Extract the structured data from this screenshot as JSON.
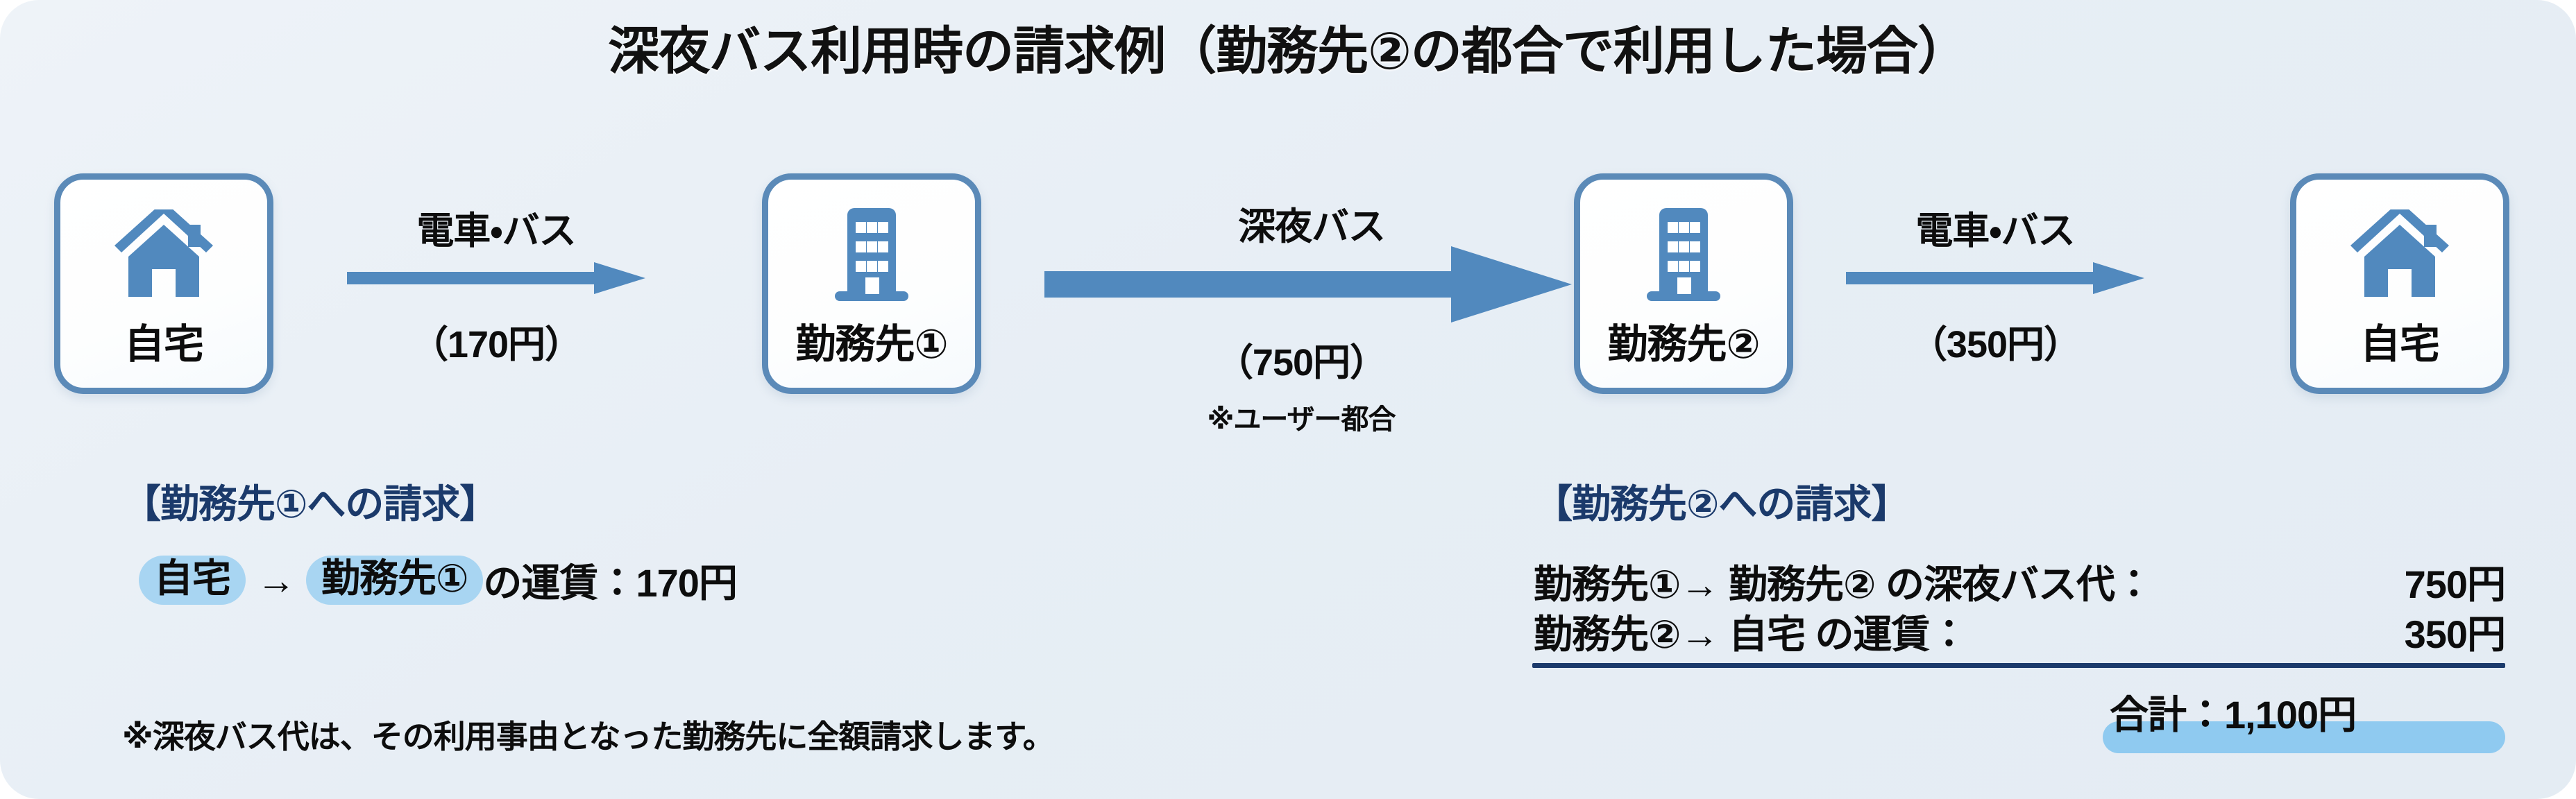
{
  "title": "深夜バス利用時の請求例（勤務先②の都合で利用した場合）",
  "colors": {
    "icon_blue": "#5189be",
    "card_border": "#5b8ab8",
    "heading_navy": "#1b3a6b",
    "highlight_blue": "#a8d5f2",
    "total_highlight": "#8fcaf0",
    "background": "#e8eff5"
  },
  "flow": {
    "nodes": [
      {
        "id": "home-start",
        "icon": "house-icon",
        "label": "自宅"
      },
      {
        "id": "work1",
        "icon": "building-icon",
        "label": "勤務先①"
      },
      {
        "id": "work2",
        "icon": "building-icon",
        "label": "勤務先②"
      },
      {
        "id": "home-end",
        "icon": "house-icon",
        "label": "自宅"
      }
    ],
    "arrows": [
      {
        "id": "arrow-1",
        "mode": "電車・バス",
        "fare": "（170円）",
        "note": ""
      },
      {
        "id": "arrow-2",
        "mode": "深夜バス",
        "fare": "（750円）",
        "note": "※ユーザー都合"
      },
      {
        "id": "arrow-3",
        "mode": "電車・バス",
        "fare": "（350円）",
        "note": ""
      }
    ]
  },
  "billing_left": {
    "heading": "【勤務先①への請求】",
    "from": "自宅",
    "arrow": "→",
    "to": "勤務先①",
    "suffix": " の運賃：170円"
  },
  "billing_right": {
    "heading": "【勤務先②への請求】",
    "rows": [
      {
        "desc": "勤務先①→ 勤務先② の深夜バス代：",
        "amount": "750円"
      },
      {
        "desc": "勤務先②→ 自宅 の運賃：",
        "amount": "350円"
      }
    ],
    "total": "合計：1,100円"
  },
  "footnote": "※深夜バス代は、その利用事由となった勤務先に全額請求します。"
}
